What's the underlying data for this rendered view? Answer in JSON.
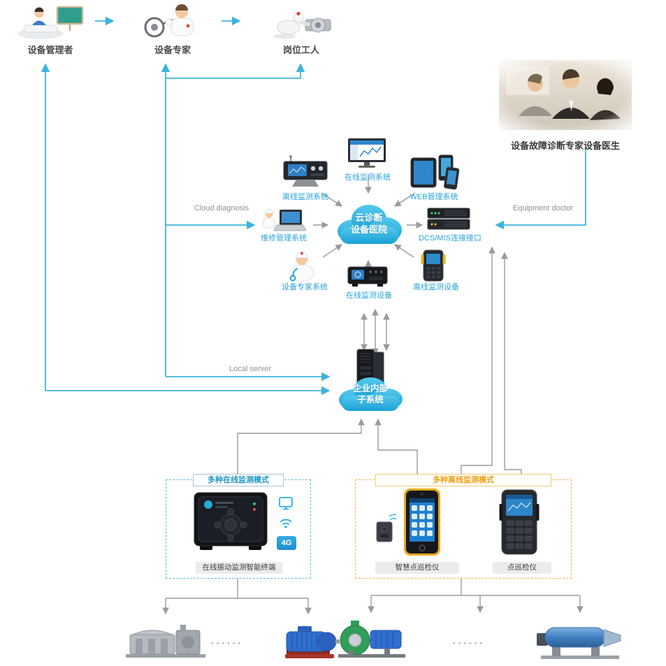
{
  "diagram": {
    "actors": [
      {
        "label": "设备管理者",
        "icon": "manager-illustration"
      },
      {
        "label": "设备专家",
        "icon": "doctor-illustration"
      },
      {
        "label": "岗位工人",
        "icon": "worker-illustration"
      }
    ],
    "expert_photo_label": "设备故障诊断专家设备医生",
    "center_cloud": {
      "line1": "云诊断",
      "line2": "设备医院"
    },
    "enterprise_cloud": {
      "line1": "企业内部",
      "line2": "子系统"
    },
    "flow_labels": {
      "cloud_diagnosis": "Cloud diagnosis",
      "equipment_doctor": "Equipment doctor",
      "local_server": "Local server"
    },
    "systems": {
      "offline_monitor_system": "离线监测系统",
      "online_monitor_system": "在线监测系统",
      "web_management_system": "WEB管理系统",
      "maintenance_system": "维修管理系统",
      "dcs_mis_interface": "DCS/MIS连接接口",
      "expert_system": "设备专家系统",
      "online_monitor_device": "在线监测设备",
      "offline_monitor_device": "离线监测设备"
    },
    "online_mode_box": {
      "title": "多种在线监测模式",
      "terminal_label": "在线振动监测智能终端",
      "feature_icons": [
        "screen-mirror-icon",
        "wifi-icon",
        "4g-icon"
      ],
      "badge_4g": "4G"
    },
    "offline_mode_box": {
      "title": "多种离线监测模式",
      "smart_inspector_label": "智慧点巡检仪",
      "inspector_label": "点巡检仪"
    },
    "ellipsis_left": "······",
    "ellipsis_right": "······",
    "colors": {
      "flow_cyan": "#3cb4dc",
      "flow_gray": "#9b9b9b",
      "offline_orange": "#f0a010",
      "label_blue": "#29a3d8",
      "cloud_top": "#55c8ec",
      "cloud_bottom": "#18a0d6"
    }
  }
}
